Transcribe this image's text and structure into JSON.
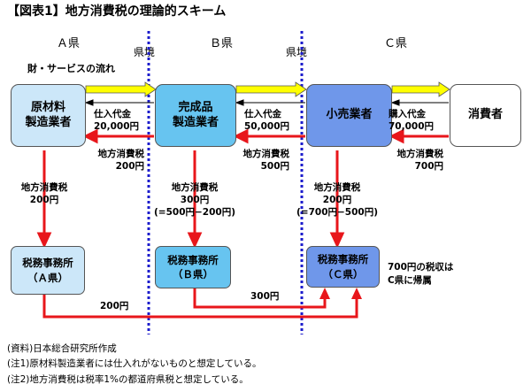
{
  "title": "【図表1】地方消費税の理論的スキーム",
  "prefectures": {
    "a": "Ａ県",
    "b": "Ｂ県",
    "c": "Ｃ県"
  },
  "border_label": "県境",
  "flow_label": "財・サービスの流れ",
  "boxes": {
    "raw": [
      "原材料",
      "製造業者"
    ],
    "finished": [
      "完成品",
      "製造業者"
    ],
    "retailer": "小売業者",
    "consumer": "消費者"
  },
  "payments": {
    "p1": [
      "仕入代金",
      "20,000円"
    ],
    "p2": [
      "仕入代金",
      "50,000円"
    ],
    "p3": [
      "購入代金",
      "70,000円"
    ]
  },
  "tax_passing": {
    "t1": [
      "地方消費税",
      "200円"
    ],
    "t2": [
      "地方消費税",
      "500円"
    ],
    "t3": [
      "地方消費税",
      "700円"
    ]
  },
  "tax_paid": {
    "a": [
      "地方消費税",
      "200円"
    ],
    "b": [
      "地方消費税",
      "300円",
      "(=500円−200円)"
    ],
    "c": [
      "地方消費税",
      "200円",
      "(=700円−500円)"
    ]
  },
  "offices": {
    "a": [
      "税務事務所",
      "（Ａ県）"
    ],
    "b": [
      "税務事務所",
      "（Ｂ県）"
    ],
    "c": [
      "税務事務所",
      "（Ｃ県）"
    ]
  },
  "transfer_labels": {
    "a_to_c": "200円",
    "b_to_c": "300円"
  },
  "attribution": [
    "700円の税収は",
    "C県に帰属"
  ],
  "notes": [
    "(資料)日本総合研究所作成",
    "(注1)原材料製造業者には仕入れがないものと想定している。",
    "(注2)地方消費税は税率1%の都道府県税と想定している。"
  ],
  "colors": {
    "goods_arrow": "#ffff00",
    "tax_arrow": "#e8161b",
    "border_line": "#1c1ccc",
    "raw_box": "#cce7f9",
    "finished_box": "#67c4f0",
    "retailer_box": "#6f97ea"
  }
}
